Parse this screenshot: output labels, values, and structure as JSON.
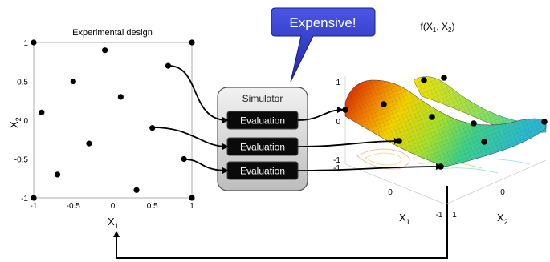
{
  "scatter": {
    "title": "Experimental design",
    "xlabel": "X",
    "xlabel_sub": "1",
    "ylabel": "X",
    "ylabel_sub": "2",
    "xlim": [
      -1,
      1
    ],
    "ylim": [
      -1,
      1
    ],
    "xticks": [
      "-1",
      "-0.5",
      "0",
      "0.5",
      "1"
    ],
    "yticks": [
      "1",
      "0.5",
      "0",
      "-0.5",
      "-1"
    ],
    "points": [
      {
        "x": -1.0,
        "y": 1.0
      },
      {
        "x": -0.1,
        "y": 0.9
      },
      {
        "x": 1.0,
        "y": 1.0
      },
      {
        "x": -0.5,
        "y": 0.5
      },
      {
        "x": 0.7,
        "y": 0.7
      },
      {
        "x": 0.1,
        "y": 0.3
      },
      {
        "x": -0.9,
        "y": 0.1
      },
      {
        "x": 0.5,
        "y": -0.1
      },
      {
        "x": -0.3,
        "y": -0.3
      },
      {
        "x": 0.9,
        "y": -0.5
      },
      {
        "x": -0.7,
        "y": -0.7
      },
      {
        "x": 0.3,
        "y": -0.9
      },
      {
        "x": -1.0,
        "y": -1.0
      },
      {
        "x": 1.0,
        "y": -1.0
      }
    ]
  },
  "callout": {
    "text": "Expensive!",
    "color": "#2a33c8"
  },
  "simulator": {
    "title": "Simulator",
    "evaluations": [
      "Evaluation",
      "Evaluation",
      "Evaluation"
    ]
  },
  "surface": {
    "title_prefix": "f(X",
    "title_sub1": "1",
    "title_mid": ", X",
    "title_sub2": "2",
    "title_suffix": ")",
    "zticks": [
      "1",
      "0",
      "-1",
      "-1"
    ],
    "x1ticks": [
      "0",
      "-1"
    ],
    "x2ticks": [
      "1",
      "0"
    ],
    "x1label": "X",
    "x1label_sub": "1",
    "x2label": "X",
    "x2label_sub": "2"
  }
}
